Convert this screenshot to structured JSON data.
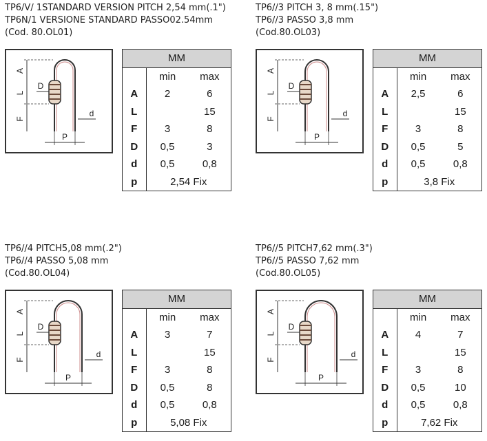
{
  "variants": [
    {
      "line1": "TP6/V/ 1STANDARD VERSION PITCH 2,54 mm(.1\")",
      "line2": "TP6N/1 VERSIONE STANDARD PASSO02.54mm",
      "line3": "(Cod. 80.OL01)",
      "table": {
        "header": "MM",
        "col_min": "min",
        "col_max": "max",
        "rows": [
          {
            "param": "A",
            "min": "2",
            "max": "6"
          },
          {
            "param": "L",
            "min": "",
            "max": "15"
          },
          {
            "param": "F",
            "min": "3",
            "max": "8"
          },
          {
            "param": "D",
            "min": "0,5",
            "max": "3"
          },
          {
            "param": "d",
            "min": "0,5",
            "max": "0,8"
          }
        ],
        "pitch_param": "p",
        "pitch_value": "2,54 Fix"
      }
    },
    {
      "line1": "TP6//3 PITCH 3, 8 mm(.15\")",
      "line2": "TP6//3 PASSO 3,8 mm",
      "line3": "(Cod.80.OL03)",
      "table": {
        "header": "MM",
        "col_min": "min",
        "col_max": "max",
        "rows": [
          {
            "param": "A",
            "min": "2,5",
            "max": "6"
          },
          {
            "param": "L",
            "min": "",
            "max": "15"
          },
          {
            "param": "F",
            "min": "3",
            "max": "8"
          },
          {
            "param": "D",
            "min": "0,5",
            "max": "5"
          },
          {
            "param": "d",
            "min": "0,5",
            "max": "0,8"
          }
        ],
        "pitch_param": "p",
        "pitch_value": "3,8 Fix"
      }
    },
    {
      "line1": "TP6//4 PITCH5,08 mm(.2\")",
      "line2": "TP6//4 PASSO 5,08 mm",
      "line3": "(Cod.80.OL04)",
      "table": {
        "header": "MM",
        "col_min": "min",
        "col_max": "max",
        "rows": [
          {
            "param": "A",
            "min": "3",
            "max": "7"
          },
          {
            "param": "L",
            "min": "",
            "max": "15"
          },
          {
            "param": "F",
            "min": "3",
            "max": "8"
          },
          {
            "param": "D",
            "min": "0,5",
            "max": "8"
          },
          {
            "param": "d",
            "min": "0,5",
            "max": "0,8"
          }
        ],
        "pitch_param": "p",
        "pitch_value": "5,08 Fix"
      }
    },
    {
      "line1": "TP6//5 PITCH7,62 mm(.3\")",
      "line2": "TP6//5 PASSO 7,62 mm",
      "line3": "(Cod.80.OL05)",
      "table": {
        "header": "MM",
        "col_min": "min",
        "col_max": "max",
        "rows": [
          {
            "param": "A",
            "min": "4",
            "max": "7"
          },
          {
            "param": "L",
            "min": "",
            "max": "15"
          },
          {
            "param": "F",
            "min": "3",
            "max": "8"
          },
          {
            "param": "D",
            "min": "0,5",
            "max": "10"
          },
          {
            "param": "d",
            "min": "0,5",
            "max": "0,8"
          }
        ],
        "pitch_param": "p",
        "pitch_value": "7,62 Fix"
      }
    }
  ],
  "drawing_labels": {
    "a": "A",
    "l": "L",
    "f": "F",
    "d_body": "D",
    "d_wire": "d",
    "p": "P"
  }
}
